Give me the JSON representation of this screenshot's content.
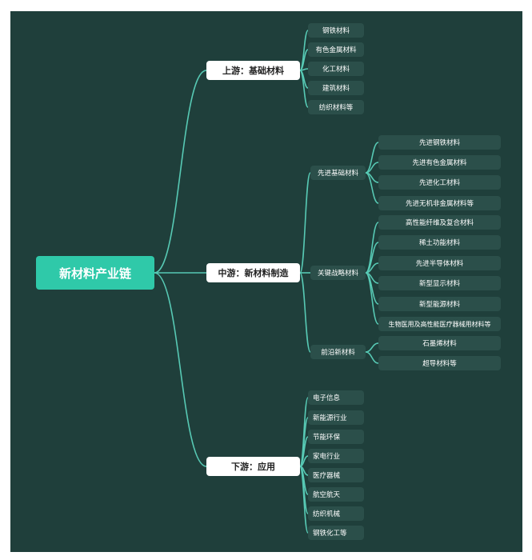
{
  "root": "新材料产业链",
  "upstream": {
    "title": "上游：基础材料",
    "items": [
      "钢铁材料",
      "有色金属材料",
      "化工材料",
      "建筑材料",
      "纺织材料等"
    ]
  },
  "midstream": {
    "title": "中游：新材料制造",
    "groups": [
      {
        "label": "先进基础材料",
        "items": [
          "先进钢铁材料",
          "先进有色金属材料",
          "先进化工材料",
          "先进无机非金属材料等"
        ]
      },
      {
        "label": "关键战略材料",
        "items": [
          "高性能纤维及复合材料",
          "稀土功能材料",
          "先进半导体材料",
          "新型显示材料",
          "新型能源材料",
          "生物医用及高性能医疗器械用材料等"
        ]
      },
      {
        "label": "前沿新材料",
        "items": [
          "石墨烯材料",
          "超导材料等"
        ]
      }
    ]
  },
  "downstream": {
    "title": "下游：应用",
    "items": [
      "电子信息",
      "新能源行业",
      "节能环保",
      "家电行业",
      "医疗器械",
      "航空航天",
      "纺织机械",
      "钢铁化工等"
    ]
  },
  "colors": {
    "background": "#1f3f3b",
    "line": "#57c9b4",
    "root": "#2fc9a9",
    "branch": "#ffffff",
    "node": "#2b4f4a"
  }
}
